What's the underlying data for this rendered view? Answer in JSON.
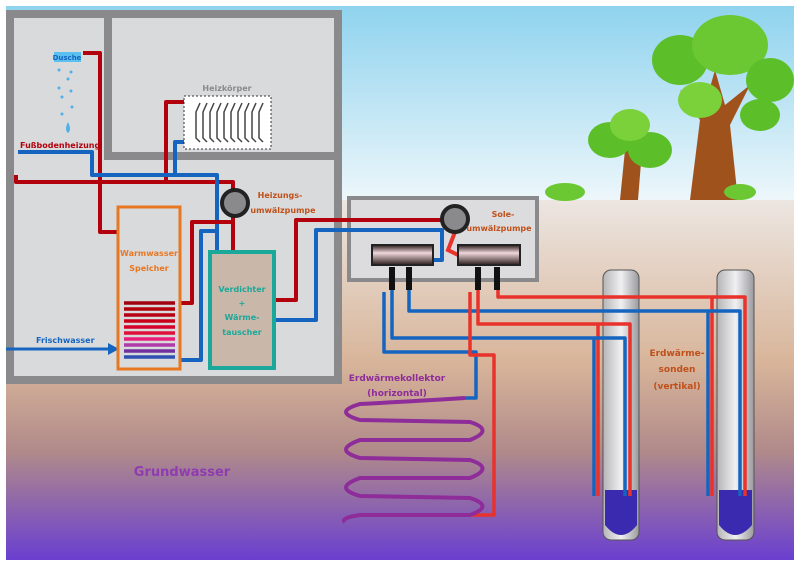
{
  "labels": {
    "shower": "Dusche",
    "radiator": "Heizkörper",
    "floor_heating": "Fußbodenheizung",
    "heating_pump_1": "Heizungs-",
    "heating_pump_2": "umwälzpumpe",
    "tank_1": "Warmwasser",
    "tank_2": "Speicher",
    "compressor_1": "Verdichter",
    "compressor_2": "+",
    "compressor_3": "Wärme-",
    "compressor_4": "tauscher",
    "fresh_water": "Frischwasser",
    "brine_pump_1": "Sole-",
    "brine_pump_2": "umwälzpumpe",
    "collector_1": "Erdwärmekollektor",
    "collector_2": "(horizontal)",
    "probes_1": "Erdwärme-",
    "probes_2": "sonden",
    "probes_3": "(vertikal)",
    "groundwater": "Grundwasser"
  },
  "colors": {
    "hot": "#b3000d",
    "hot_outdoor": "#e8322b",
    "cold": "#1565c0",
    "tank": "#e87722",
    "compressor": "#1aa89a",
    "collector": "#8e2c9a",
    "wall": "#8a8a8c"
  }
}
